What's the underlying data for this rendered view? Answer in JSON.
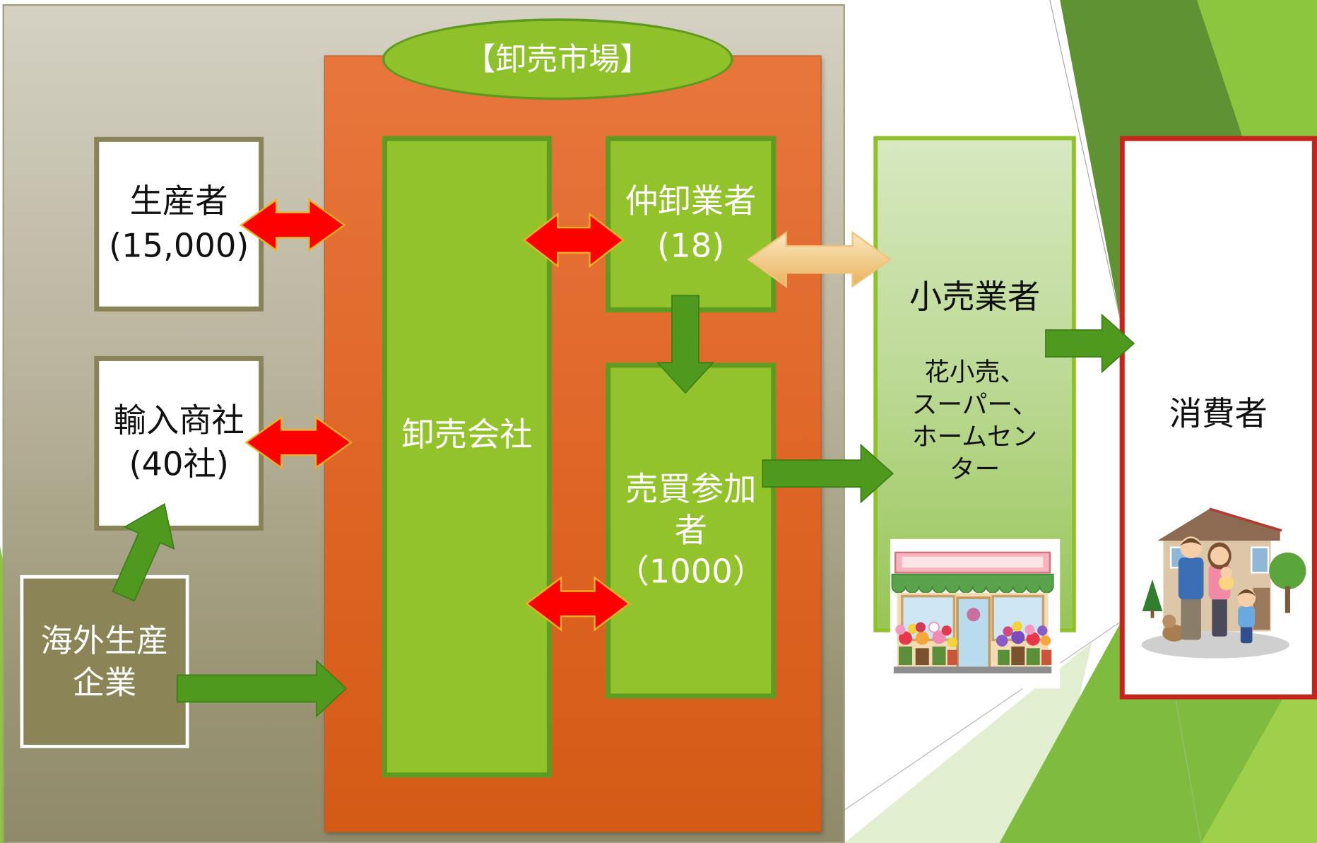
{
  "diagram": {
    "market": {
      "title": "【卸売市場】"
    },
    "producers": {
      "label": "生産者",
      "count": "(15,000)"
    },
    "importers": {
      "label": "輸入商社",
      "count": "(40社)"
    },
    "overseas_producers": {
      "lines": [
        "海外生産",
        "企業"
      ]
    },
    "wholesale_company": {
      "label": "卸売会社"
    },
    "intermediate_wholesalers": {
      "label": "仲卸業者",
      "count": "(18)"
    },
    "buyers": {
      "lines": [
        "売買参加",
        "者"
      ],
      "count": "（1000）"
    },
    "retailers": {
      "label": "小売業者",
      "types": [
        "花小売、",
        "スーパー、",
        "ホームセン",
        "ター"
      ]
    },
    "consumers": {
      "label": "消費者"
    }
  },
  "illustrations": {
    "retailers": "flower-shop-illustration",
    "consumers": "family-house-illustration"
  },
  "colors": {
    "market_panel": "#e06a2a",
    "market_title": "#8fc12a",
    "green_box": "#93c32b",
    "green_box_border": "#5e9b20",
    "white_box_border": "#8a8358",
    "overseas_box": "#8a8456",
    "consumer_border": "#c4261c",
    "bidirectional_arrow": "#ff0000",
    "retail_link_arrow": "#f3cf8a",
    "flow_arrow": "#4f9a1e",
    "theme_green": "#8cc63f"
  }
}
